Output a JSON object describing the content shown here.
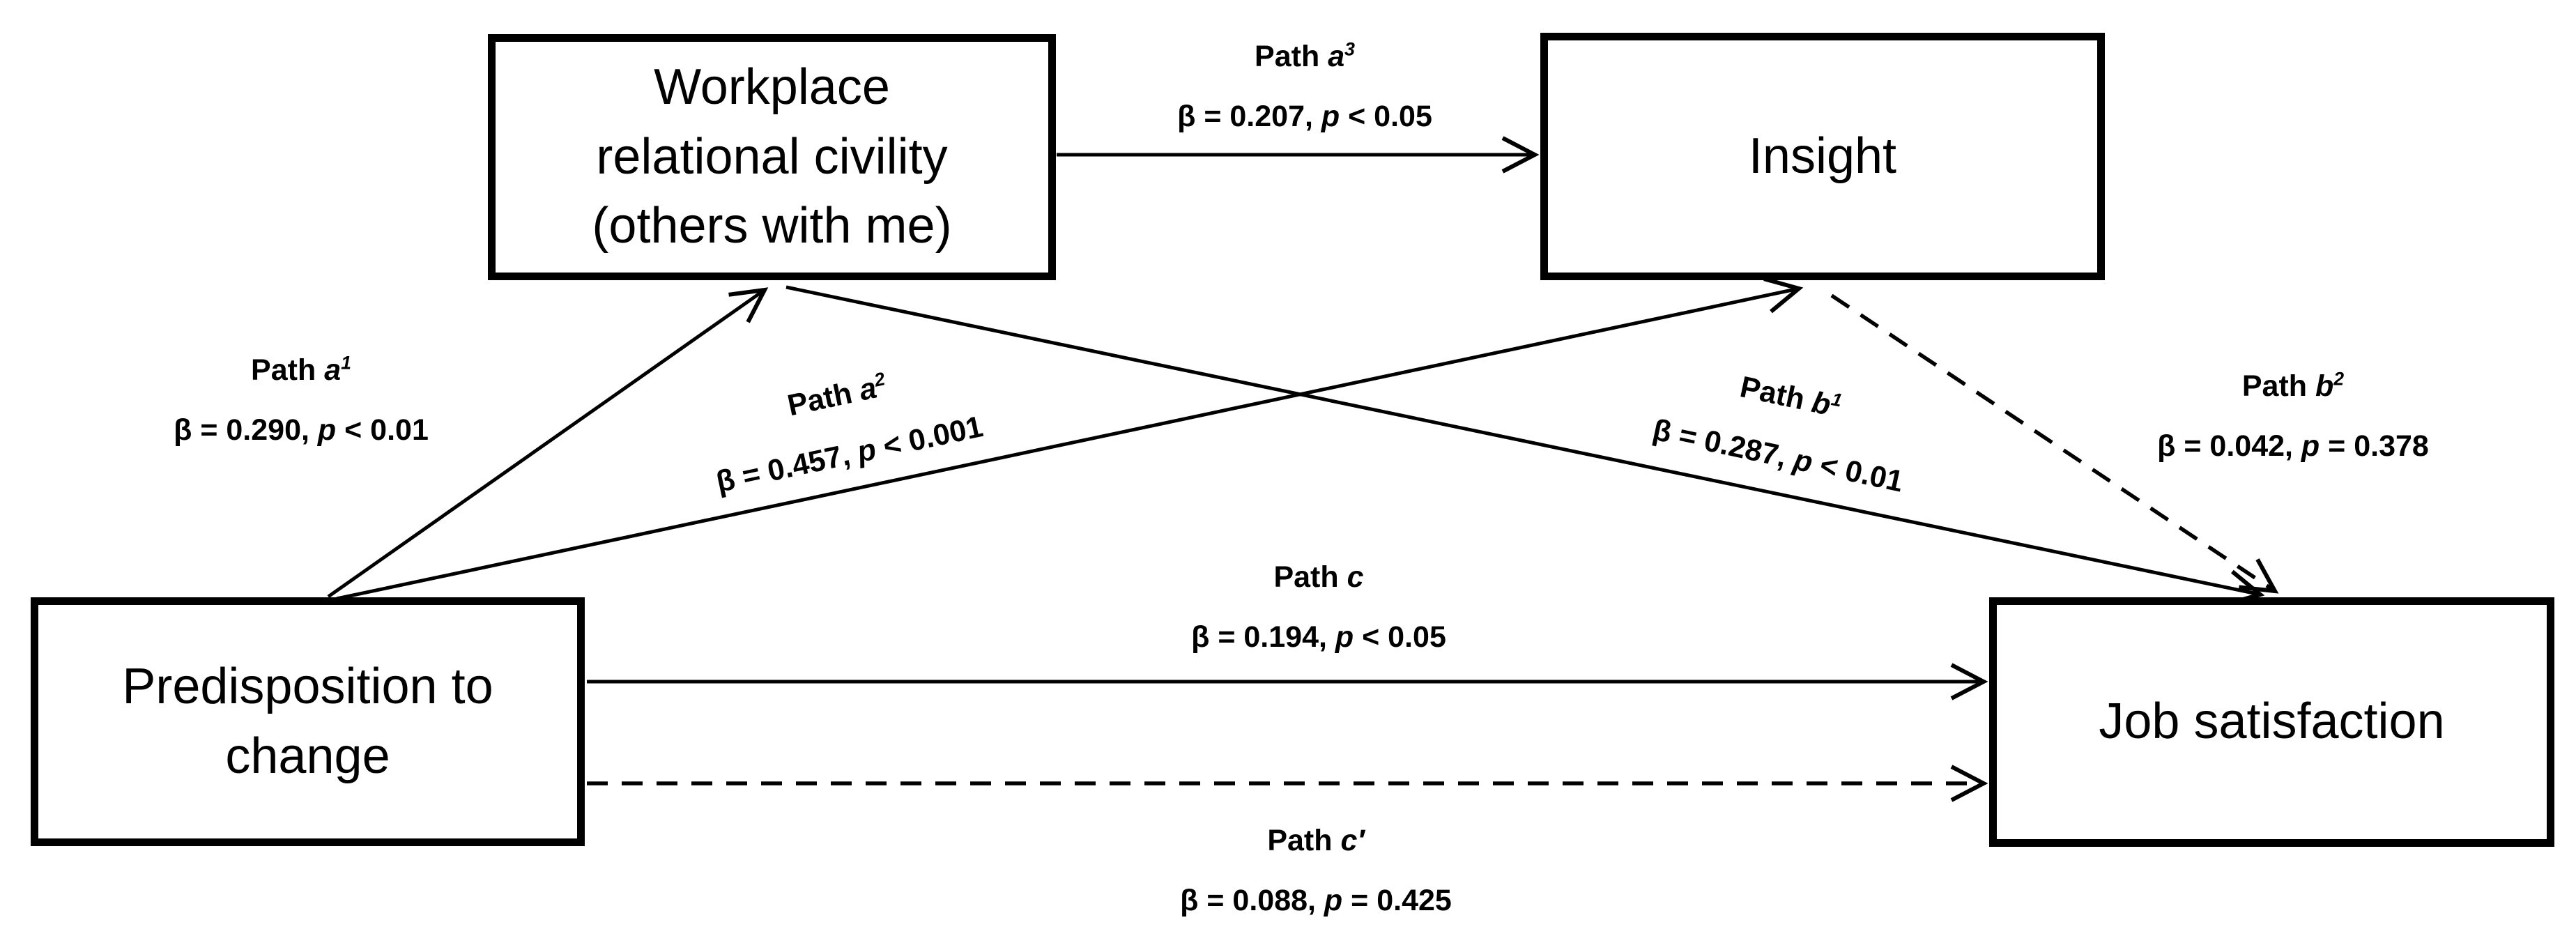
{
  "figure": {
    "type": "mediation-path-diagram",
    "background_color": "#ffffff",
    "ink_color": "#000000"
  },
  "boxes": {
    "civility": {
      "line1": "Workplace",
      "line2": "relational civility",
      "line3": "(others with me)"
    },
    "insight": {
      "line1": "Insight"
    },
    "predisposition": {
      "line1": "Predisposition to",
      "line2": "change"
    },
    "job": {
      "line1": "Job satisfaction"
    }
  },
  "paths": {
    "a1": {
      "prefix": "Path ",
      "symbol": "a",
      "sup": "1",
      "beta": "β = 0.290, ",
      "p": "p",
      "rest": " < 0.01",
      "from": "Predisposition to change",
      "to": "Workplace relational civility (others with me)",
      "line_style": "solid"
    },
    "a2": {
      "prefix": "Path ",
      "symbol": "a",
      "sup": "2",
      "beta": "β = 0.457, ",
      "p": "p",
      "rest": " < 0.001",
      "from": "Predisposition to change",
      "to": "Insight",
      "line_style": "solid"
    },
    "a3": {
      "prefix": "Path ",
      "symbol": "a",
      "sup": "3",
      "beta": "β = 0.207, ",
      "p": "p",
      "rest": " < 0.05",
      "from": "Workplace relational civility (others with me)",
      "to": "Insight",
      "line_style": "solid"
    },
    "b1": {
      "prefix": "Path ",
      "symbol": "b",
      "sup": "1",
      "beta": "β = 0.287, ",
      "p": "p",
      "rest": " < 0.01",
      "from": "Workplace relational civility (others with me)",
      "to": "Job satisfaction",
      "line_style": "solid"
    },
    "b2": {
      "prefix": "Path ",
      "symbol": "b",
      "sup": "2",
      "beta": "β = 0.042, ",
      "p": "p",
      "rest": " = 0.378",
      "from": "Insight",
      "to": "Job satisfaction",
      "line_style": "dashed"
    },
    "c": {
      "prefix": "Path ",
      "symbol": "c",
      "sup": "",
      "beta": "β = 0.194, ",
      "p": "p",
      "rest": " < 0.05",
      "from": "Predisposition to change",
      "to": "Job satisfaction",
      "line_style": "solid"
    },
    "cp": {
      "prefix": "Path ",
      "symbol": "c′",
      "sup": "",
      "beta": "β = 0.088, ",
      "p": "p",
      "rest": " = 0.425",
      "from": "Predisposition to change",
      "to": "Job satisfaction",
      "line_style": "dashed"
    }
  }
}
